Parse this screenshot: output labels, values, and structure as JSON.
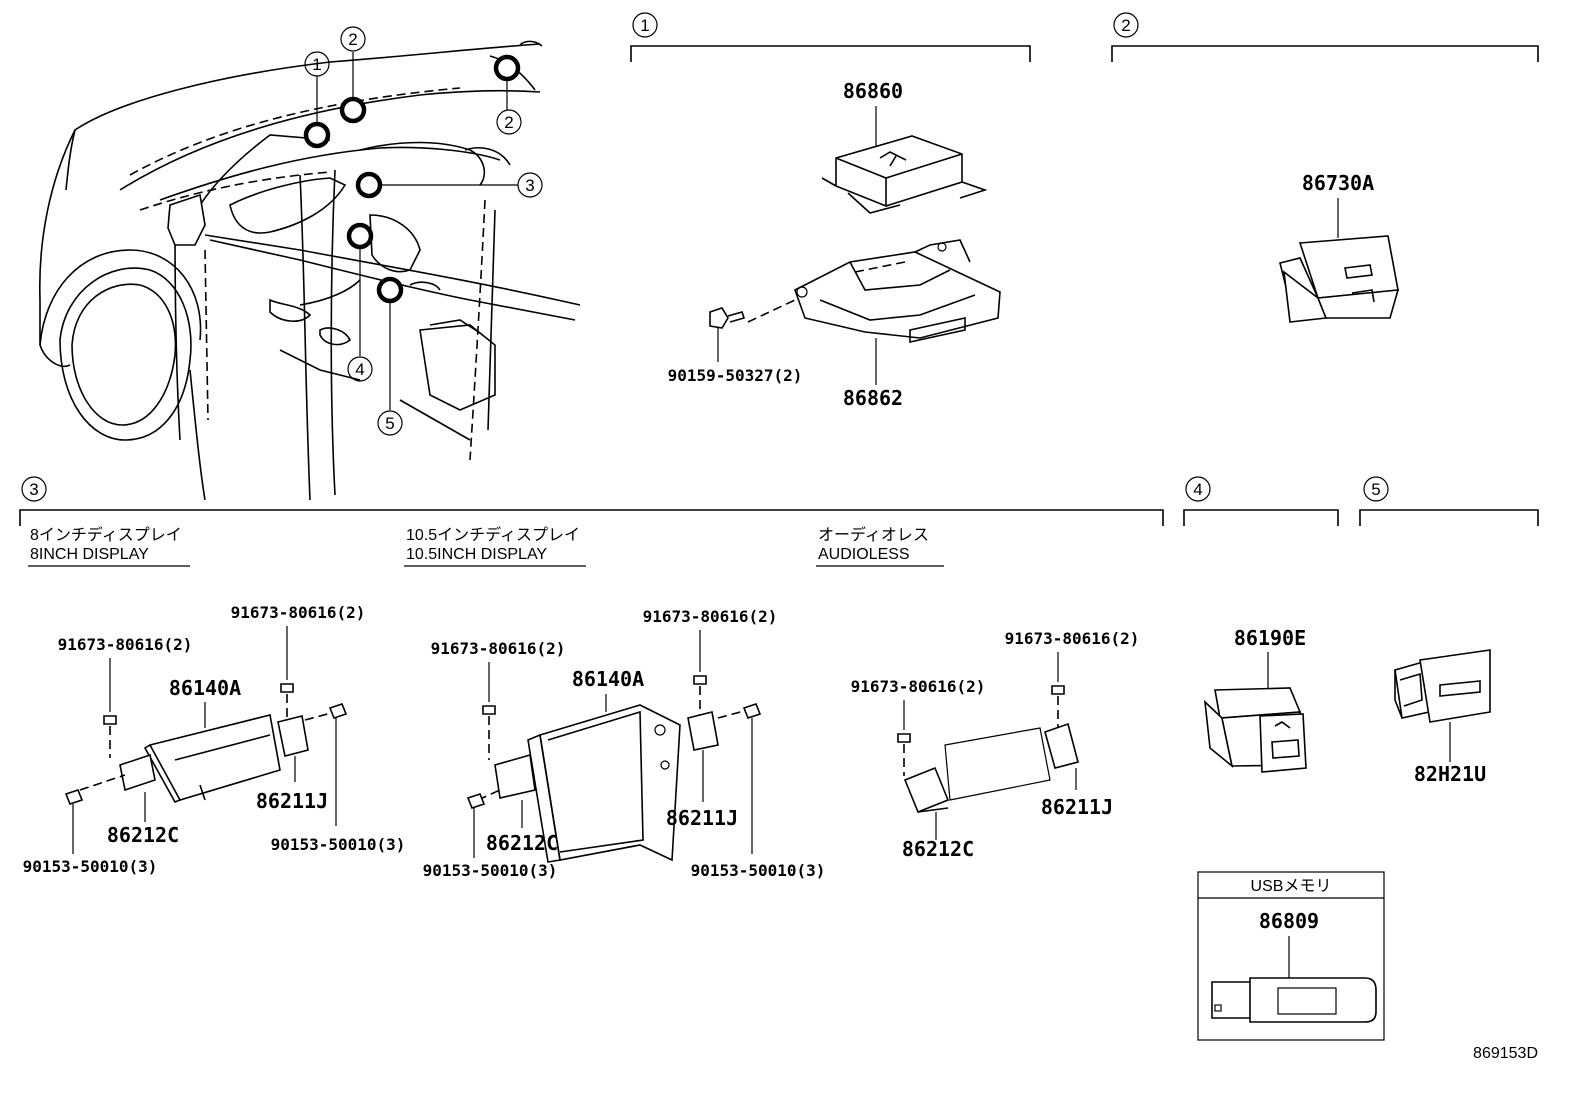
{
  "diagram": {
    "locator_markers": [
      "1",
      "2",
      "2",
      "3",
      "4",
      "5"
    ],
    "sections": {
      "s1": {
        "number": "1",
        "parts": {
          "control_unit": "86860",
          "bracket": "86862",
          "bolt": "90159-50327(2)"
        }
      },
      "s2": {
        "number": "2",
        "parts": {
          "module": "86730A"
        }
      },
      "s3": {
        "number": "3",
        "variants": [
          {
            "title_jp": "8インチディスプレイ",
            "title_en": "8INCH DISPLAY",
            "unit": "86140A",
            "bracket_left": "86212C",
            "bracket_right": "86211J",
            "screw_left": "91673-80616(2)",
            "screw_right": "91673-80616(2)",
            "bolt_left": "90153-50010(3)",
            "bolt_right": "90153-50010(3)"
          },
          {
            "title_jp": "10.5インチディスプレイ",
            "title_en": "10.5INCH DISPLAY",
            "unit": "86140A",
            "bracket_left": "86212C",
            "bracket_right": "86211J",
            "screw_left": "91673-80616(2)",
            "screw_right": "91673-80616(2)",
            "bolt_left": "90153-50010(3)",
            "bolt_right": "90153-50010(3)"
          },
          {
            "title_jp": "オーディオレス",
            "title_en": "AUDIOLESS",
            "bracket_left": "86212C",
            "bracket_right": "86211J",
            "screw_left": "91673-80616(2)",
            "screw_right": "91673-80616(2)"
          }
        ]
      },
      "s4": {
        "number": "4",
        "parts": {
          "usb_port": "86190E"
        },
        "usb_box": {
          "title": "USBメモリ",
          "part": "86809"
        }
      },
      "s5": {
        "number": "5",
        "parts": {
          "hdmi_port": "82H21U"
        }
      }
    },
    "reference": "869153D"
  }
}
